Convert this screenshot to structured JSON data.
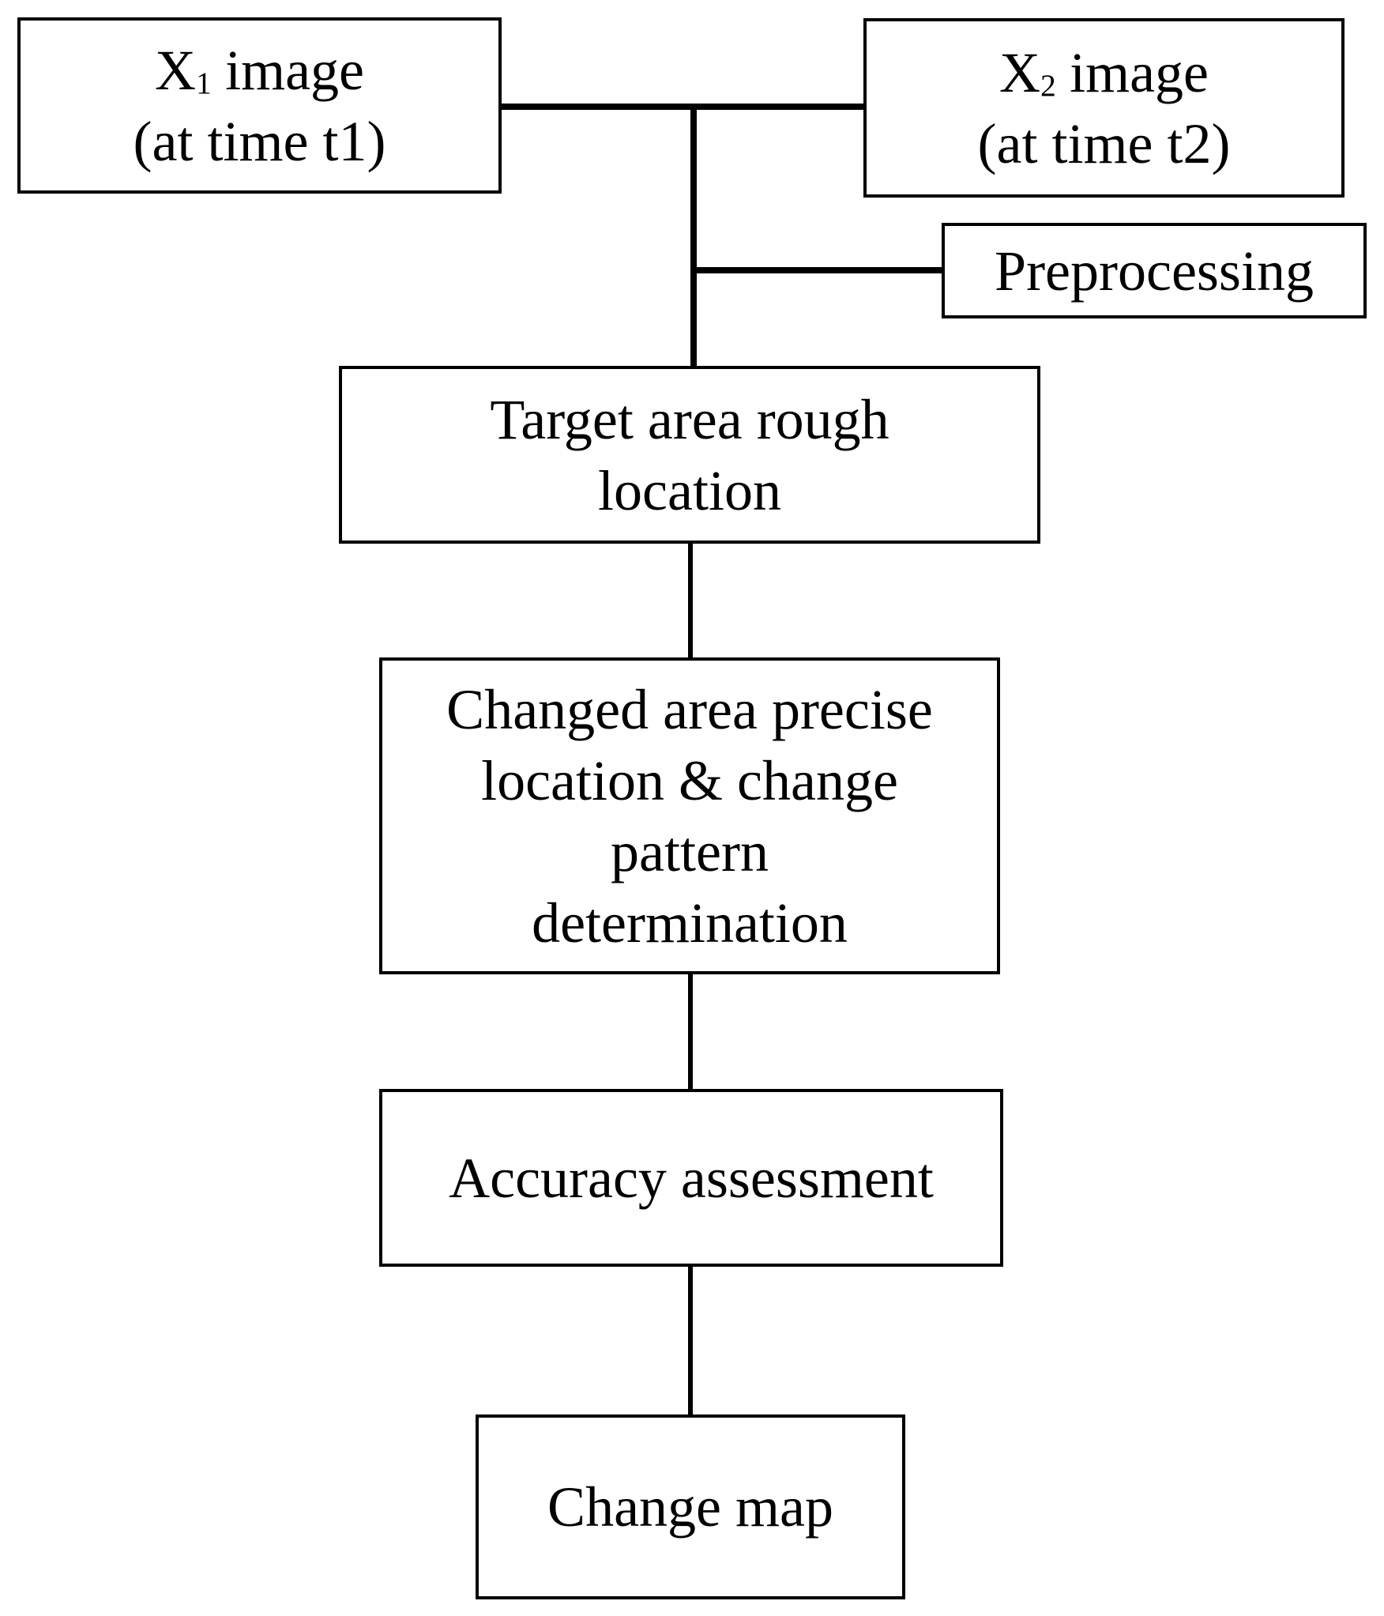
{
  "diagram": {
    "nodes": {
      "x1": {
        "symbol": "X",
        "subscript": "1",
        "word": "image",
        "line2": "(at time t1)"
      },
      "x2": {
        "symbol": "X",
        "subscript": "2",
        "word": "image",
        "line2": "(at time t2)"
      },
      "preprocessing": {
        "label": "Preprocessing"
      },
      "target": {
        "line1": "Target area rough",
        "line2": "location"
      },
      "changed": {
        "line1": "Changed area precise",
        "line2": "location & change",
        "line3": "pattern",
        "line4": "determination"
      },
      "accuracy": {
        "label": "Accuracy assessment"
      },
      "change_map": {
        "label": "Change map"
      }
    },
    "colors": {
      "line": "#000000",
      "text": "#000000",
      "background": "#ffffff"
    }
  }
}
